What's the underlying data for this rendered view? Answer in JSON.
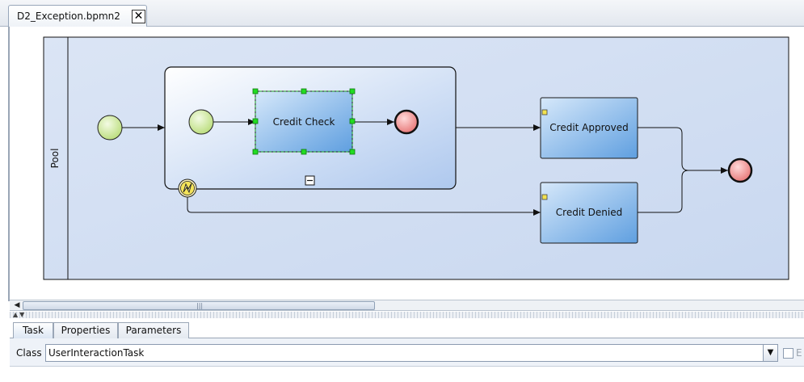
{
  "tab": {
    "title": "D2_Exception.bpmn2",
    "close_glyph": "✕"
  },
  "diagram": {
    "pool_label": "Pool",
    "tasks": {
      "credit_check": "Credit Check",
      "credit_approved": "Credit Approved",
      "credit_denied": "Credit Denied"
    },
    "collapse_glyph": "⊟"
  },
  "scrollbar": {
    "left_arrow": "◀",
    "grip": "|||",
    "split_arrows": "▲▼"
  },
  "panel": {
    "tabs": [
      {
        "label": "Task"
      },
      {
        "label": "Properties"
      },
      {
        "label": "Parameters"
      }
    ],
    "class_label": "Class",
    "class_value": "UserInteractionTask",
    "dropdown_glyph": "▼",
    "checkbox_label": "E"
  },
  "colors": {
    "pool_fill": "#cfdcf2",
    "start_event": "#c8e68f",
    "end_event": "#f08c8c",
    "task_fill": "#7fb3e6",
    "selection": "#22cc22",
    "error_marker": "#f3e35a"
  }
}
